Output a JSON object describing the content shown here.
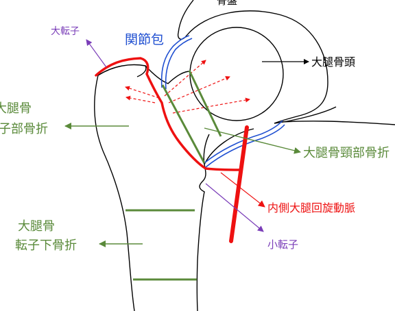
{
  "labels": {
    "acetabulum": "骨盤",
    "greater_trochanter": "大転子",
    "joint_capsule": "関節包",
    "femoral_head": "大腿骨頭",
    "trochanteric_fx_line1": "大腿骨",
    "trochanteric_fx_line2": "転子部骨折",
    "neck_fx": "大腿骨頸部骨折",
    "circumflex_artery": "内側大腿回旋動脈",
    "subtrochanteric_fx_line1": "大腿骨",
    "subtrochanteric_fx_line2": "転子下骨折",
    "lesser_trochanter": "小転子"
  },
  "colors": {
    "bone_outline": "#000000",
    "capsule": "#1f4fd1",
    "artery": "#ee1111",
    "fracture": "#5a8a3a",
    "purple_label": "#7a3db8",
    "arrow_red": "#ee1111"
  }
}
